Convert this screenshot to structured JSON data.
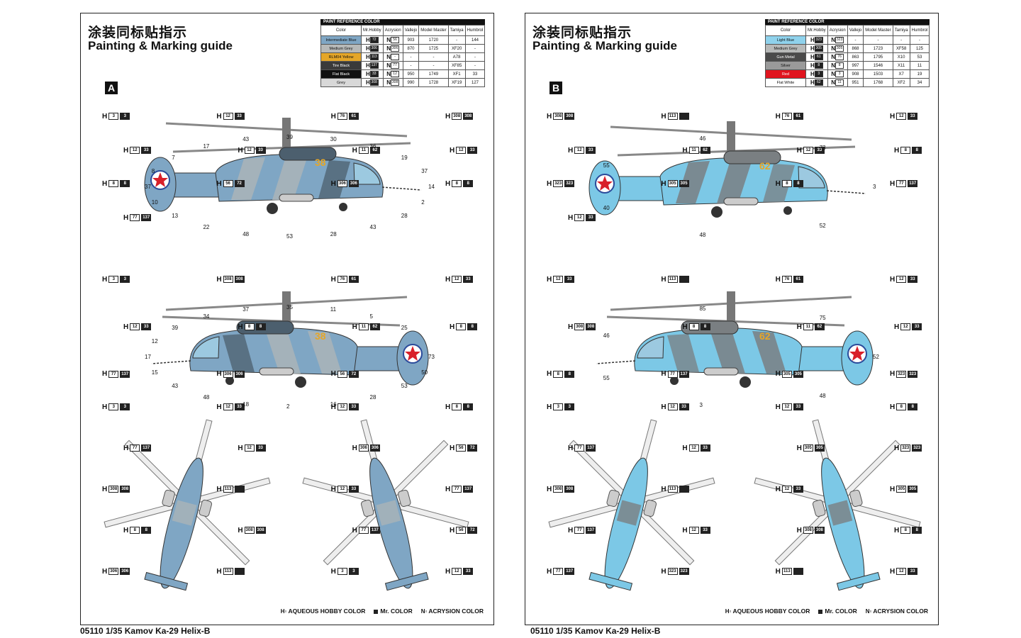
{
  "page": {
    "width": 1440,
    "height": 900
  },
  "title_cn": "涂装同标贴指示",
  "title_en": "Painting & Marking guide",
  "footer": "05110 1/35 Kamov Ka-29 Helix-B",
  "legend": {
    "hobby": "AQUEOUS HOBBY COLOR",
    "mr": "Mr. COLOR",
    "acrysion": "ACRYSION COLOR"
  },
  "table_caption": "PAINT REFERENCE COLOR",
  "table_headers": [
    "Color",
    "Mr.Hobby",
    "Acrysion",
    "Vallejo",
    "Model Master",
    "Tamiya",
    "Humbrol"
  ],
  "sheet_a": {
    "label": "A",
    "rows": [
      {
        "color": "Intermediate Blue",
        "swatch": "#7fa6c4",
        "mrh": "72",
        "acr": "56",
        "vallejo": "903",
        "mm": "1720",
        "tamiya": "-",
        "humbrol": "144"
      },
      {
        "color": "Medium Grey",
        "swatch": "#b7b9b8",
        "mrh": "306",
        "acr": "306",
        "vallejo": "870",
        "mm": "1725",
        "tamiya": "XF20",
        "humbrol": "-"
      },
      {
        "color": "RLM04 Yellow",
        "swatch": "#e5a628",
        "mrh": "113",
        "acr": "-",
        "vallejo": "-",
        "mm": "-",
        "tamiya": "A78",
        "humbrol": "-"
      },
      {
        "color": "Tire Black",
        "swatch": "#3a3a3a",
        "mrh": "137",
        "acr": "77",
        "vallejo": "-",
        "mm": "-",
        "tamiya": "XF85",
        "humbrol": "-"
      },
      {
        "color": "Flat Black",
        "swatch": "#111111",
        "mrh": "33",
        "acr": "12",
        "vallejo": "950",
        "mm": "1749",
        "tamiya": "XF1",
        "humbrol": "33"
      },
      {
        "color": "Grey",
        "swatch": "#d8d8d8",
        "mrh": "308",
        "acr": "308",
        "vallejo": "990",
        "mm": "1728",
        "tamiya": "XF19",
        "humbrol": "127"
      }
    ],
    "side_numbers": [
      "38",
      "38"
    ],
    "tags_top": [
      {
        "h": "3",
        "c": "3"
      },
      {
        "h": "12",
        "c": "33"
      },
      {
        "h": "76",
        "c": "61"
      },
      {
        "h": "308",
        "c": "308"
      },
      {
        "h": "12",
        "c": "33"
      },
      {
        "h": "12",
        "c": "33"
      },
      {
        "h": "11",
        "c": "62"
      },
      {
        "h": "12",
        "c": "33"
      },
      {
        "h": "8",
        "c": "8"
      },
      {
        "h": "56",
        "c": "72"
      },
      {
        "h": "306",
        "c": "306"
      },
      {
        "h": "8",
        "c": "8"
      },
      {
        "h": "77",
        "c": "137"
      }
    ],
    "tags_mid": [
      {
        "h": "3",
        "c": "3"
      },
      {
        "h": "308",
        "c": "308"
      },
      {
        "h": "76",
        "c": "61"
      },
      {
        "h": "12",
        "c": "33"
      },
      {
        "h": "12",
        "c": "33"
      },
      {
        "h": "8",
        "c": "8"
      },
      {
        "h": "11",
        "c": "62"
      },
      {
        "h": "8",
        "c": "8"
      },
      {
        "h": "77",
        "c": "137"
      },
      {
        "h": "306",
        "c": "306"
      },
      {
        "h": "56",
        "c": "72"
      }
    ],
    "tags_bottom": [
      {
        "h": "3",
        "c": "3"
      },
      {
        "h": "12",
        "c": "33"
      },
      {
        "h": "12",
        "c": "33"
      },
      {
        "h": "8",
        "c": "8"
      },
      {
        "h": "77",
        "c": "137"
      },
      {
        "h": "12",
        "c": "33"
      },
      {
        "h": "306",
        "c": "306"
      },
      {
        "h": "56",
        "c": "72"
      },
      {
        "h": "308",
        "c": "308"
      },
      {
        "h": "113",
        "c": ""
      },
      {
        "h": "12",
        "c": "33"
      },
      {
        "h": "77",
        "c": "137"
      },
      {
        "h": "8",
        "c": "8"
      },
      {
        "h": "308",
        "c": "308"
      },
      {
        "h": "77",
        "c": "137"
      },
      {
        "h": "56",
        "c": "72"
      },
      {
        "h": "306",
        "c": "306"
      },
      {
        "h": "113",
        "c": ""
      },
      {
        "h": "3",
        "c": "3"
      },
      {
        "h": "12",
        "c": "33"
      }
    ],
    "callouts": [
      "14",
      "2",
      "28",
      "43",
      "28",
      "53",
      "48",
      "22",
      "13",
      "10",
      "37",
      "8",
      "7",
      "17",
      "43",
      "39",
      "30",
      "36",
      "19",
      "37",
      "73",
      "50",
      "53",
      "28",
      "16",
      "2",
      "18",
      "48",
      "43",
      "15",
      "17",
      "12",
      "39",
      "34",
      "37",
      "35",
      "11",
      "5",
      "25"
    ]
  },
  "sheet_b": {
    "label": "B",
    "rows": [
      {
        "color": "Light Blue",
        "swatch": "#8fd2ec",
        "mrh": "323",
        "acr": "323",
        "vallejo": "-",
        "mm": "-",
        "tamiya": "-",
        "humbrol": "-"
      },
      {
        "color": "Medium Grey",
        "swatch": "#b7b9b8",
        "mrh": "305",
        "acr": "305",
        "vallejo": "868",
        "mm": "1723",
        "tamiya": "XF58",
        "humbrol": "125"
      },
      {
        "color": "Gun Metal",
        "swatch": "#4a4a4a",
        "mrh": "61",
        "acr": "76",
        "vallejo": "863",
        "mm": "1795",
        "tamiya": "X10",
        "humbrol": "53"
      },
      {
        "color": "Silver",
        "swatch": "#9a9a9a",
        "mrh": "8",
        "acr": "8",
        "vallejo": "997",
        "mm": "1546",
        "tamiya": "X11",
        "humbrol": "11"
      },
      {
        "color": "Red",
        "swatch": "#e0141e",
        "mrh": "3",
        "acr": "3",
        "vallejo": "908",
        "mm": "1503",
        "tamiya": "X7",
        "humbrol": "19"
      },
      {
        "color": "Flat White",
        "swatch": "#ffffff",
        "mrh": "62",
        "acr": "11",
        "vallejo": "951",
        "mm": "1768",
        "tamiya": "XF2",
        "humbrol": "34"
      }
    ],
    "side_numbers": [
      "62",
      "62"
    ],
    "tags_top": [
      {
        "h": "308",
        "c": "308"
      },
      {
        "h": "113",
        "c": ""
      },
      {
        "h": "76",
        "c": "61"
      },
      {
        "h": "12",
        "c": "33"
      },
      {
        "h": "12",
        "c": "33"
      },
      {
        "h": "11",
        "c": "62"
      },
      {
        "h": "12",
        "c": "33"
      },
      {
        "h": "8",
        "c": "8"
      },
      {
        "h": "323",
        "c": "323"
      },
      {
        "h": "305",
        "c": "305"
      },
      {
        "h": "8",
        "c": "8"
      },
      {
        "h": "77",
        "c": "137"
      },
      {
        "h": "12",
        "c": "33"
      }
    ],
    "tags_mid": [
      {
        "h": "12",
        "c": "33"
      },
      {
        "h": "113",
        "c": ""
      },
      {
        "h": "76",
        "c": "61"
      },
      {
        "h": "12",
        "c": "33"
      },
      {
        "h": "308",
        "c": "308"
      },
      {
        "h": "8",
        "c": "8"
      },
      {
        "h": "11",
        "c": "62"
      },
      {
        "h": "12",
        "c": "33"
      },
      {
        "h": "8",
        "c": "8"
      },
      {
        "h": "77",
        "c": "137"
      },
      {
        "h": "305",
        "c": "305"
      },
      {
        "h": "323",
        "c": "323"
      }
    ],
    "tags_bottom": [
      {
        "h": "3",
        "c": "3"
      },
      {
        "h": "12",
        "c": "33"
      },
      {
        "h": "12",
        "c": "33"
      },
      {
        "h": "8",
        "c": "8"
      },
      {
        "h": "77",
        "c": "137"
      },
      {
        "h": "12",
        "c": "33"
      },
      {
        "h": "305",
        "c": "305"
      },
      {
        "h": "323",
        "c": "323"
      },
      {
        "h": "308",
        "c": "308"
      },
      {
        "h": "113",
        "c": ""
      },
      {
        "h": "12",
        "c": "33"
      },
      {
        "h": "305",
        "c": "305"
      },
      {
        "h": "77",
        "c": "137"
      },
      {
        "h": "12",
        "c": "33"
      },
      {
        "h": "308",
        "c": "308"
      },
      {
        "h": "8",
        "c": "8"
      },
      {
        "h": "77",
        "c": "137"
      },
      {
        "h": "323",
        "c": "323"
      },
      {
        "h": "113",
        "c": ""
      },
      {
        "h": "12",
        "c": "33"
      }
    ],
    "callouts": [
      "3",
      "52",
      "48",
      "40",
      "55",
      "46",
      "73",
      "52",
      "48",
      "3",
      "55",
      "46",
      "85",
      "75"
    ]
  },
  "colors": {
    "camo_blue_a": "#7fa6c4",
    "camo_grey_a": "#aab4b8",
    "camo_dark_a": "#4c5f6e",
    "light_blue_b": "#7cc8e6",
    "grey_b": "#7a7f82",
    "yellow": "#e5a628",
    "red": "#d8202a",
    "star_blue": "#2a4a9a"
  },
  "icons": {
    "star": "red-star-roundel-icon",
    "flag": "russian-flag-icon",
    "andreev": "naval-ensign-icon"
  }
}
